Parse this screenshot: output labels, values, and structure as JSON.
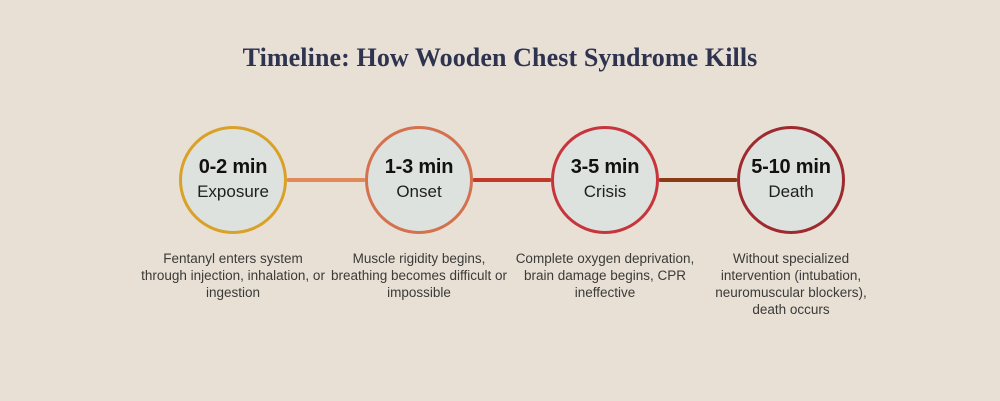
{
  "title": "Timeline: How Wooden Chest Syndrome Kills",
  "colors": {
    "background": "#E8E0D5",
    "title_text": "#2E3350",
    "circle_fill": "#DEE2DE",
    "time_text": "#111111",
    "phase_text": "#1E1E1E",
    "caption_text": "#3A3A38"
  },
  "steps": [
    {
      "time": "0-2 min",
      "phase": "Exposure",
      "caption": "Fentanyl enters system through injection, inhalation, or ingestion",
      "border_color": "#D9A127"
    },
    {
      "time": "1-3 min",
      "phase": "Onset",
      "caption": "Muscle rigidity begins, breathing becomes difficult or impossible",
      "border_color": "#D4714E"
    },
    {
      "time": "3-5 min",
      "phase": "Crisis",
      "caption": "Complete oxygen deprivation, brain damage begins, CPR ineffective",
      "border_color": "#C8343C"
    },
    {
      "time": "5-10 min",
      "phase": "Death",
      "caption": "Without specialized intervention (intubation, neuromuscular blockers), death occurs",
      "border_color": "#9E2A2F"
    }
  ],
  "connectors": [
    {
      "color": "#E08A5A"
    },
    {
      "color": "#C0392B"
    },
    {
      "color": "#8B3A16"
    }
  ]
}
